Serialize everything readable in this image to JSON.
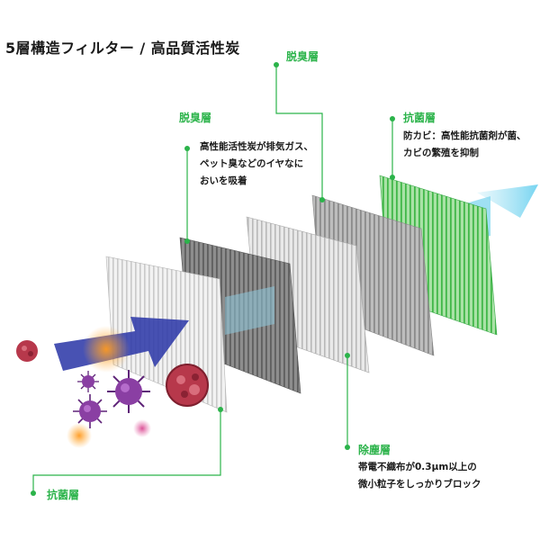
{
  "title": "5層構造フィルター / 高品質活性炭",
  "colors": {
    "accent_green": "#2bb34a",
    "arrow_blue": "#5fc6e6",
    "virus_purple": "#8a3fa3",
    "virus_red": "#b7384b"
  },
  "callouts": {
    "deodorize_top": {
      "title": "脱臭層"
    },
    "deodorize_left": {
      "title": "脱臭層",
      "lines": [
        "高性能活性炭が排気ガス、",
        "ペット臭などのイヤなに",
        "おいを吸着"
      ]
    },
    "antibacterial_right": {
      "title": "抗菌層",
      "lines": [
        "防カビ：高性能抗菌剤が菌、",
        "カビの繁殖を抑制"
      ]
    },
    "dust": {
      "title": "除塵層",
      "lines": [
        "帯電不織布が0.3μm以上の",
        "微小粒子をしっかりブロック"
      ]
    },
    "antibacterial_bottom": {
      "title": "抗菌層"
    }
  }
}
